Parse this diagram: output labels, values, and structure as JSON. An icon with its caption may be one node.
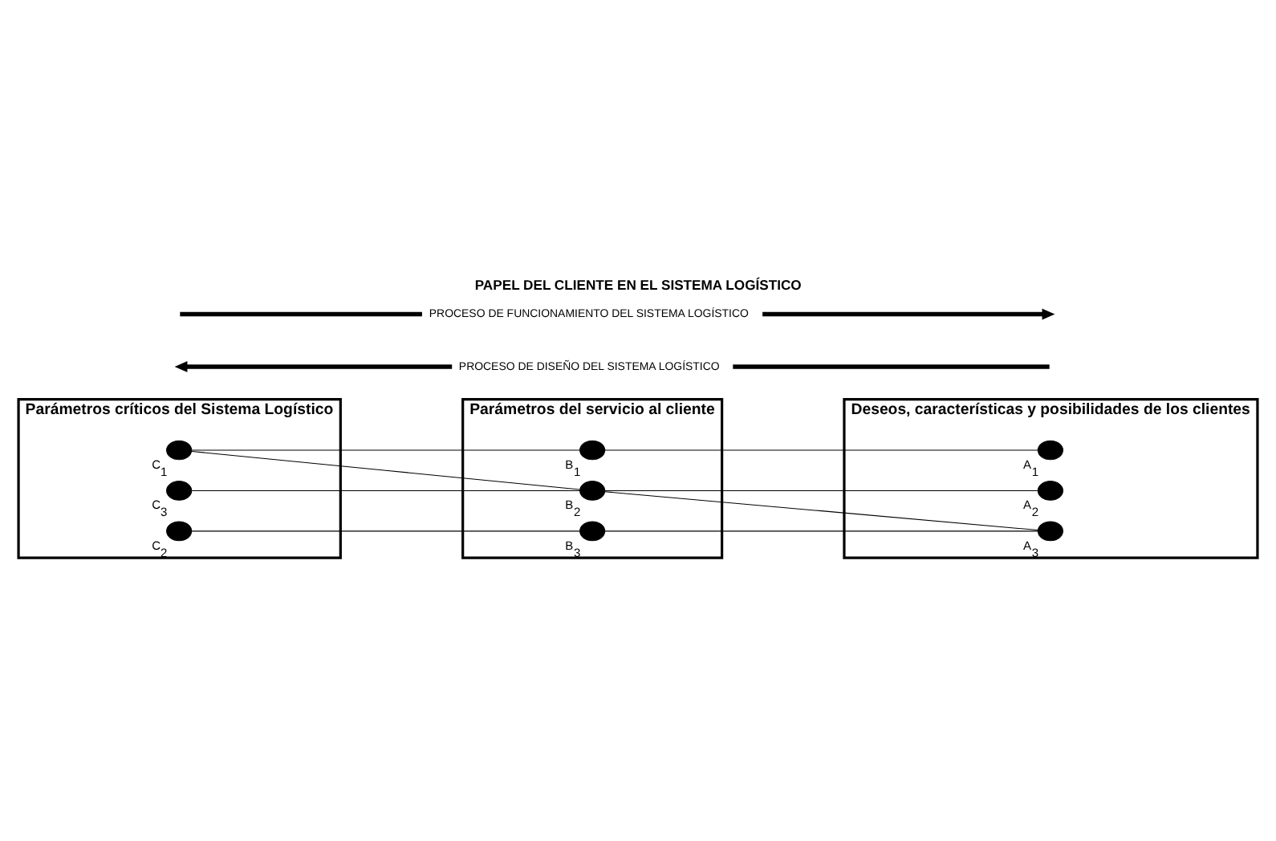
{
  "diagram": {
    "title": "PAPEL DEL CLIENTE EN EL SISTEMA LOGÍSTICO",
    "nodes": [
      {
        "text": [
          "Parámetros críticos del Sistema Logístico"
        ]
      },
      {
        "text": [],
        "shape": "circle",
        "in": 0,
        "beside": [
          "C$_{1}$"
        ]
      },
      {
        "text": [],
        "shape": "circle",
        "in": 0,
        "beside": [
          "C$_{2}$"
        ]
      },
      {
        "text": [],
        "shape": "circle",
        "in": 0,
        "beside": [
          "C$_{3}$"
        ]
      },
      {
        "text": [
          "Parámetros del servicio al cliente"
        ]
      },
      {
        "text": [],
        "shape": "circle",
        "in": 4,
        "beside": [
          "B$_{1}$"
        ]
      },
      {
        "text": [],
        "shape": "circle",
        "in": 4,
        "beside": [
          "B$_{2}$"
        ]
      },
      {
        "text": [],
        "shape": "circle",
        "in": 4,
        "beside": [
          "B$_{3}$"
        ]
      },
      {
        "text": [
          "Deseos, características y posibilidades de los clientes"
        ]
      },
      {
        "text": [],
        "shape": "circle",
        "in": 8,
        "beside": [
          "A$_{1}$"
        ]
      },
      {
        "text": [],
        "shape": "circle",
        "in": 8,
        "beside": [
          "A$_{2}$"
        ]
      },
      {
        "text": [],
        "shape": "circle",
        "in": 8,
        "beside": [
          "A$_{3}$"
        ]
      }
    ],
    "edges": [
      {
        "from": 1,
        "to": 5,
        "arrow": "none"
      },
      {
        "from": 5,
        "to": 9,
        "arrow": "none"
      },
      {
        "from": 1,
        "to": 6,
        "arrow": "none"
      },
      {
        "from": 2,
        "to": 7,
        "arrow": "none"
      },
      {
        "from": 3,
        "to": 6,
        "arrow": "none"
      },
      {
        "from": 6,
        "to": 10,
        "arrow": "none"
      },
      {
        "from": 6,
        "to": 11,
        "arrow": "none"
      },
      {
        "from": 7,
        "to": 11,
        "arrow": "none"
      }
    ],
    "labels": [
      "PROCESO DE DISEÑO DEL SISTEMA LOGÍSTICO",
      "PROCESO DE FUNCIONAMIENTO DEL SISTEMA LOGÍSTICO"
    ]
  }
}
